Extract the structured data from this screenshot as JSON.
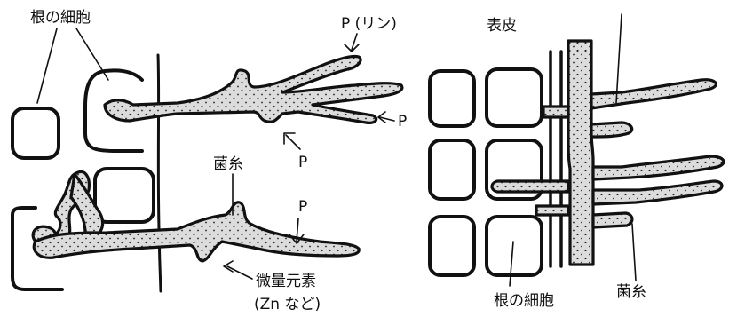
{
  "left_panel": {
    "root_cell_label": "根の細胞",
    "phosphorus_label_main": "P (リン)",
    "phosphorus_label_1": "P",
    "phosphorus_label_2": "P",
    "phosphorus_label_3": "P",
    "hypha_label": "菌糸",
    "micronutrient_label": "微量元素",
    "micronutrient_note": "(Zn など)"
  },
  "right_panel": {
    "epidermis_label": "表皮",
    "root_cell_label": "根の細胞",
    "hypha_label": "菌糸"
  },
  "colors": {
    "ink": "#111111",
    "hypha_fill": "#d9d9d9",
    "paper": "#ffffff"
  }
}
